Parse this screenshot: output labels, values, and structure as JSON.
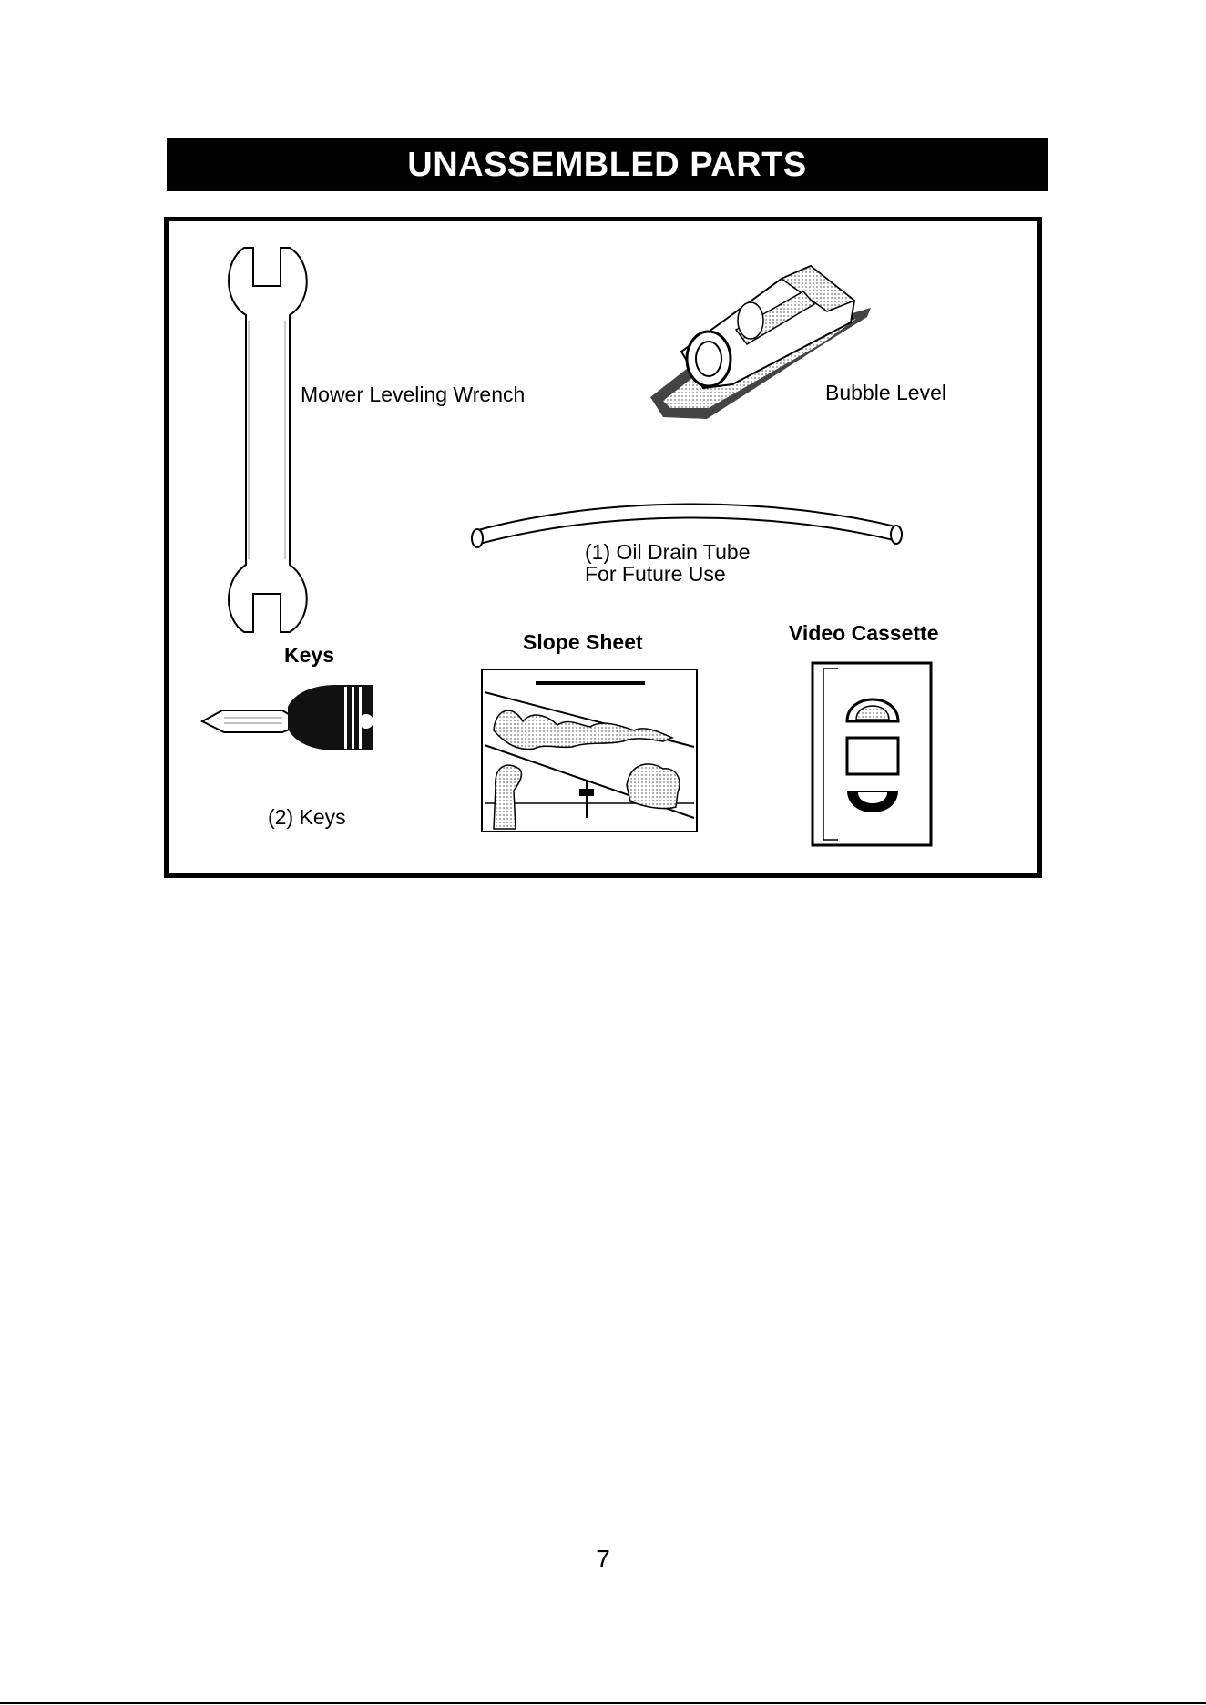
{
  "header": {
    "title": "UNASSEMBLED PARTS"
  },
  "parts": {
    "wrench_label": "Mower Leveling Wrench",
    "bubble_level_label": "Bubble Level",
    "oil_tube_label_line1": "(1) Oil Drain Tube",
    "oil_tube_label_line2": "For Future Use",
    "keys_heading": "Keys",
    "keys_label": "(2) Keys",
    "slope_sheet_heading": "Slope Sheet",
    "video_cassette_heading": "Video Cassette"
  },
  "footer": {
    "page_number": "7"
  }
}
